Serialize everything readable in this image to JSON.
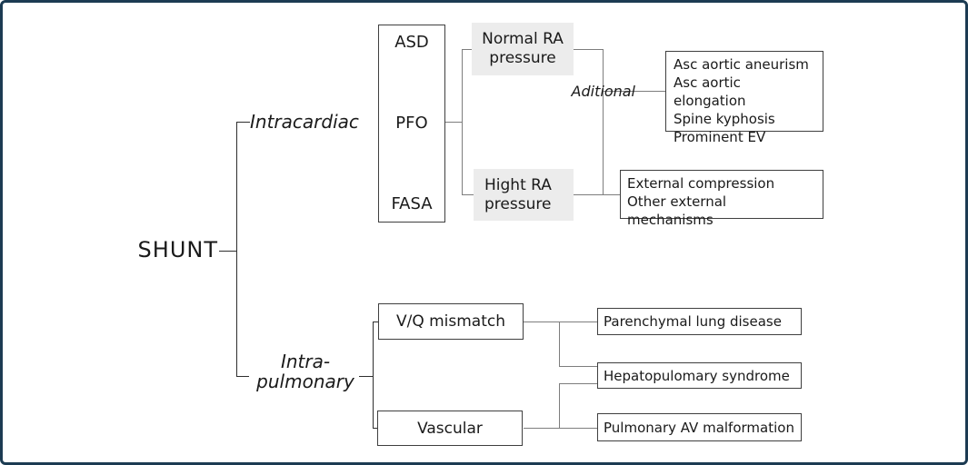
{
  "root": {
    "label": "SHUNT"
  },
  "branches": {
    "intracardiac": {
      "label": "Intracardiac"
    },
    "intrapulmonary": {
      "line1": "Intra-",
      "line2": "pulmonary"
    }
  },
  "intracardiac": {
    "types_box": {
      "items": [
        "ASD",
        "PFO",
        "FASA"
      ]
    },
    "normal_ra_box": {
      "line1": "Normal RA",
      "line2": "pressure"
    },
    "hight_ra_box": {
      "line1": "Hight RA",
      "line2": "pressure"
    },
    "aditional_label": "Aditional",
    "aditional_box": {
      "items": [
        "Asc aortic aneurism",
        "Asc aortic elongation",
        "Spine kyphosis",
        "Prominent EV"
      ]
    },
    "external_box": {
      "items": [
        "External compression",
        "Other external mechanisms"
      ]
    }
  },
  "intrapulmonary": {
    "vq_box": {
      "label": "V/Q mismatch"
    },
    "vascular_box": {
      "label": "Vascular"
    },
    "outcome_boxes": [
      "Parenchymal lung disease",
      "Hepatopulomary syndrome",
      "Pulmonary AV malformation"
    ]
  },
  "colors": {
    "frame_border": "#1c3b52",
    "box_border": "#3f3f3f",
    "connector_gray": "#7d7d7d",
    "connector_dark": "#2e2e2e",
    "shaded_box_bg": "#ececec",
    "text": "#1a1a1a",
    "background": "#ffffff"
  }
}
